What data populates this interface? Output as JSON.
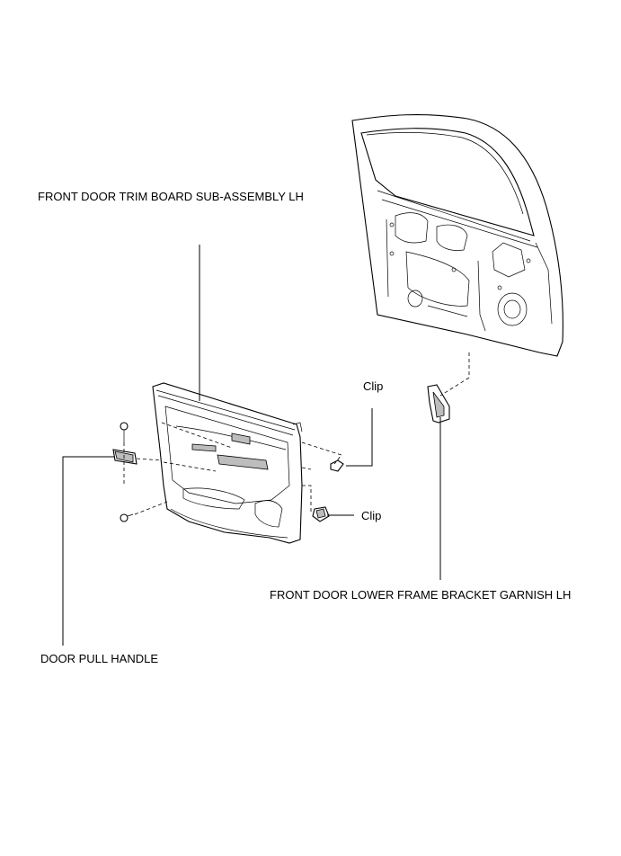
{
  "labels": {
    "trim_board": "FRONT DOOR TRIM BOARD SUB-ASSEMBLY LH",
    "clip_upper": "Clip",
    "clip_lower": "Clip",
    "garnish": "FRONT DOOR LOWER FRAME BRACKET GARNISH LH",
    "pull_handle": "DOOR PULL HANDLE"
  }
}
